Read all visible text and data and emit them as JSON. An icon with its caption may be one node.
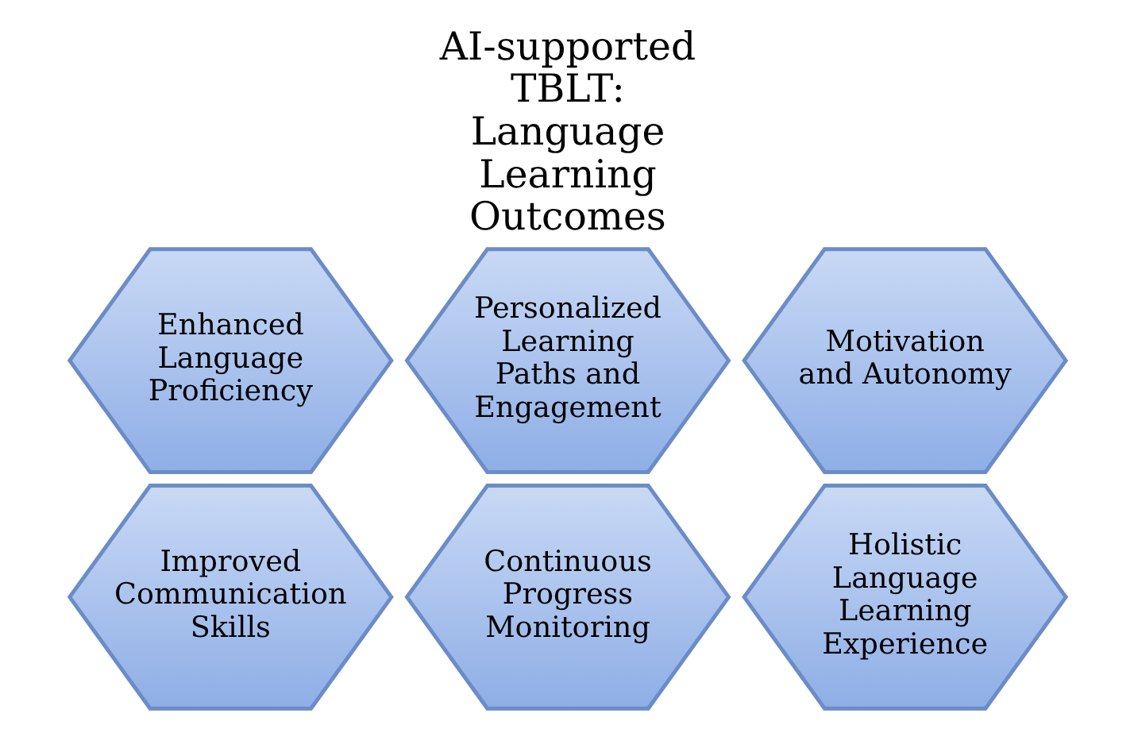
{
  "diagram": {
    "title": "AI-supported TBLT: Language Learning Outcomes",
    "nodes": [
      {
        "text": [
          "Enhanced Language Proficiency"
        ]
      },
      {
        "text": [
          "Improved Communication Skills"
        ]
      },
      {
        "text": [
          "Personalized Learning Paths and Engagement"
        ]
      },
      {
        "text": [
          "Continuous Progress Monitoring"
        ]
      },
      {
        "text": [
          "Motivation and Autonomy"
        ]
      },
      {
        "text": [
          "Holistic Language Learning Experience"
        ]
      }
    ],
    "edges": []
  }
}
